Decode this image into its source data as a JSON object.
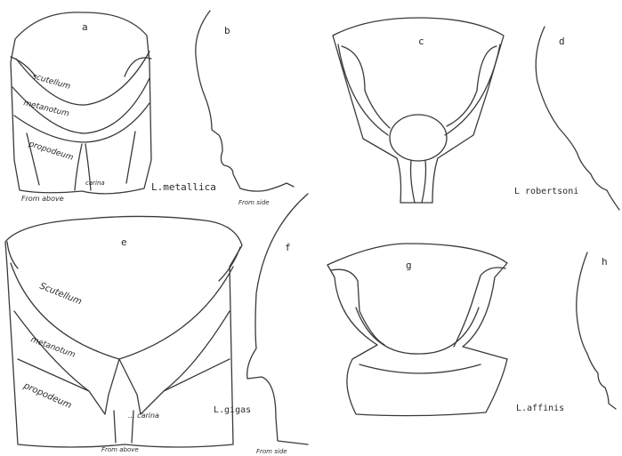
{
  "plate": {
    "figures": [
      {
        "letter": "a",
        "view": "From above",
        "labels": {
          "scutellum": "scutellum",
          "metanotum": "metanotum",
          "propodeum": "propodeum",
          "carina": "carina"
        }
      },
      {
        "letter": "b",
        "view": "From side"
      },
      {
        "letter": "c"
      },
      {
        "letter": "d"
      },
      {
        "letter": "e",
        "view": "From above",
        "labels": {
          "scutellum": "Scutellum",
          "metanotum": "metanotum",
          "propodeum": "propodeum",
          "carina": "... carina"
        }
      },
      {
        "letter": "f",
        "view": "From side"
      },
      {
        "letter": "g"
      },
      {
        "letter": "h"
      }
    ],
    "species": [
      {
        "name": "L.metallica",
        "figures": [
          "a",
          "b"
        ]
      },
      {
        "name": "L robertsoni",
        "figures": [
          "c",
          "d"
        ]
      },
      {
        "name": "L.gigas",
        "figures": [
          "e",
          "f"
        ]
      },
      {
        "name": "L.affinis",
        "figures": [
          "g",
          "h"
        ]
      }
    ],
    "colors": {
      "ink": "#3a3a3a",
      "paper": "#ffffff"
    }
  }
}
